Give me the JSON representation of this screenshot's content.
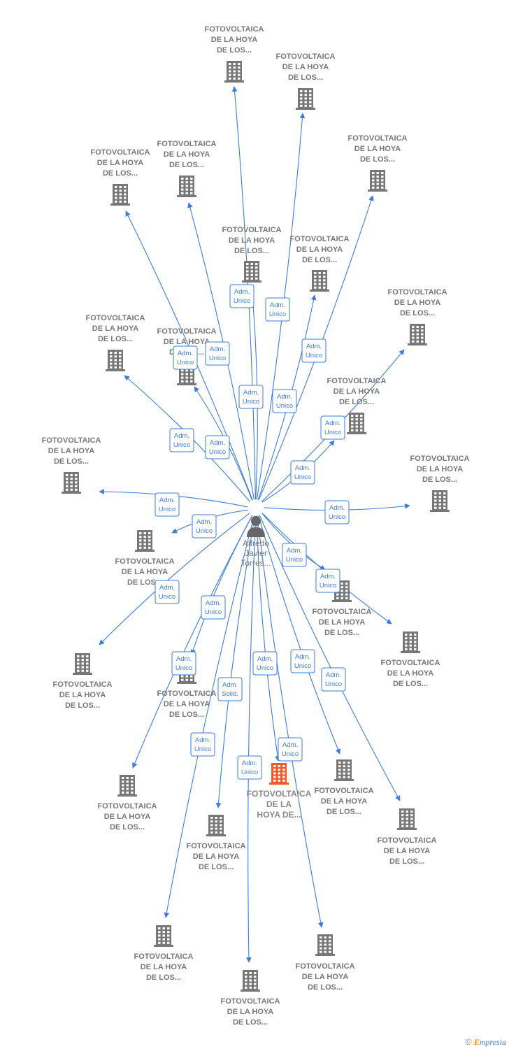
{
  "center": {
    "label_lines": [
      "Alfredo",
      "Javier",
      "Torres..."
    ],
    "icon": "person-icon"
  },
  "company_label_lines": [
    "FOTOVOLTAICA",
    "DE LA HOYA",
    "DE LOS..."
  ],
  "highlight_label_lines": [
    "FOTOVOLTAICA",
    "DE LA",
    "HOYA DE..."
  ],
  "colors": {
    "edge": "#3b7dd8",
    "building": "#777777",
    "highlight": "#f05a28",
    "person": "#666666"
  },
  "badges": {
    "adm": [
      "Adm.",
      "Unico"
    ],
    "sol": [
      "Adm.",
      "Solid."
    ]
  },
  "footer": {
    "copyright": "©",
    "brand_first": "E",
    "brand_rest": "mpresia"
  }
}
